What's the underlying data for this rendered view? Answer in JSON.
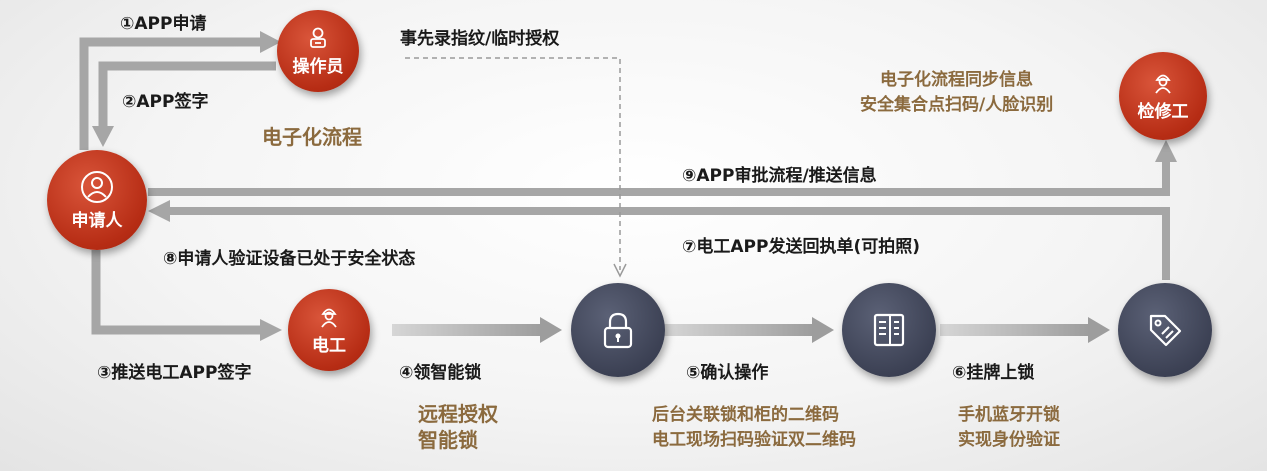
{
  "nodes": {
    "applicant": "申请人",
    "operator": "操作员",
    "electrician": "电工",
    "inspector": "检修工"
  },
  "labels": {
    "step1": "①APP申请",
    "step2": "②APP签字",
    "electronic_process": "电子化流程",
    "pre_record": "事先录指纹/临时授权",
    "inspector_note_1": "电子化流程同步信息",
    "inspector_note_2": "安全集合点扫码/人脸识别",
    "step9": "⑨APP审批流程/推送信息",
    "step7": "⑦电工APP发送回执单(可拍照)",
    "step8": "⑧申请人验证设备已处于安全状态",
    "step3": "③推送电工APP签字",
    "step4": "④领智能锁",
    "step5": "⑤确认操作",
    "step6": "⑥挂牌上锁",
    "remote_1": "远程授权",
    "remote_2": "智能锁",
    "qr_1": "后台关联锁和柜的二维码",
    "qr_2": "电工现场扫码验证双二维码",
    "bt_1": "手机蓝牙开锁",
    "bt_2": "实现身份验证"
  },
  "colors": {
    "red_node": "#b62c14",
    "dark_node": "#3c4154",
    "arrow": "#a9a9a9",
    "accent_text": "#8b6a3e"
  },
  "icons": [
    "person-icon",
    "operator-icon",
    "worker-helmet-icon",
    "inspector-icon",
    "padlock-icon",
    "cabinet-icon",
    "tag-icon"
  ]
}
